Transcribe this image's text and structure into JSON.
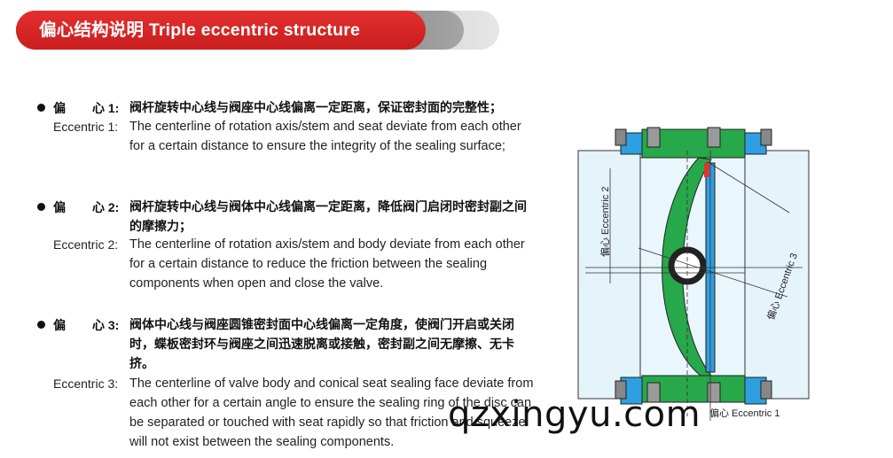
{
  "header": {
    "title": "偏心结构说明 Triple eccentric structure"
  },
  "items": [
    {
      "cn_label": "偏",
      "cn_label2": "心 1:",
      "cn_text": "阀杆旋转中心线与阀座中心线偏离一定距离，保证密封面的完整性；",
      "en_label": "Eccentric 1:",
      "en_text": "The centerline of rotation axis/stem and seat deviate from each other for a certain distance to ensure the integrity of the sealing surface;"
    },
    {
      "cn_label": "偏",
      "cn_label2": "心 2:",
      "cn_text": "阀杆旋转中心线与阀体中心线偏离一定距离，降低阀门启闭时密封副之间的摩擦力；",
      "en_label": "Eccentric 2:",
      "en_text": "The centerline of rotation axis/stem and body deviate from each other for a certain distance to reduce the friction between the sealing components when open and close the valve."
    },
    {
      "cn_label": "偏",
      "cn_label2": "心 3:",
      "cn_text": "阀体中心线与阀座圆锥密封面中心线偏离一定角度，使阀门开启或关闭时，蝶板密封环与阀座之间迅速脱离或接触，密封副之间无摩擦、无卡挤。",
      "en_label": "Eccentric 3:",
      "en_text": "The centerline of valve body and conical seat sealing face deviate from each other for a certain angle to ensure the sealing ring of the disc can be separated or touched with seat rapidly so that friction and squeeze will not exist between the sealing components."
    }
  ],
  "diagram": {
    "label_eccentric_1": "偏心 Eccentric 1",
    "label_eccentric_2": "偏心 Eccentric 2",
    "label_eccentric_3": "偏心 Eccentric 3",
    "colors": {
      "flange": "#2e9fe0",
      "body": "#27a84a",
      "pipe": "#e5f3fb",
      "seal": "#e5342b"
    }
  },
  "watermark": "qzxingyu.com"
}
